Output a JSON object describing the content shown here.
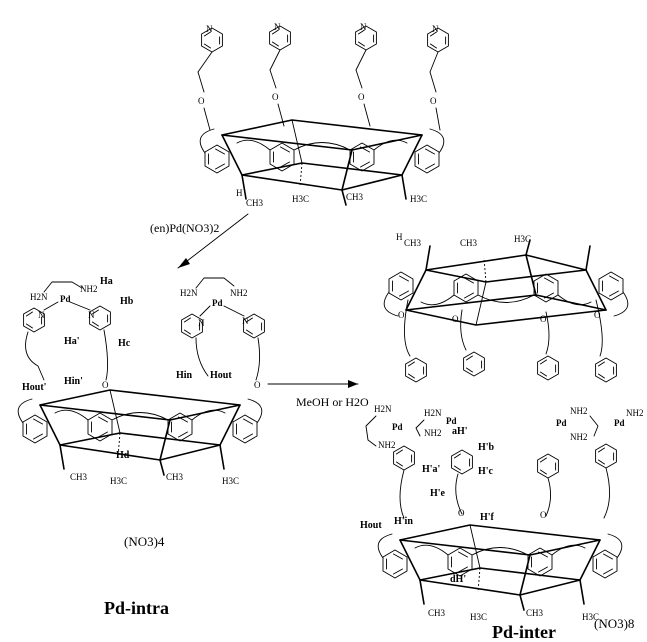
{
  "reagents": {
    "step1": "(en)Pd(NO3)2",
    "step2": "MeOH or H2O"
  },
  "compounds": {
    "intra": {
      "name": "Pd-intra",
      "counterion": "(NO3)4"
    },
    "inter": {
      "name": "Pd-inter",
      "counterion": "(NO3)8"
    }
  },
  "proton_labels": {
    "intra": [
      "Ha",
      "Hb",
      "Ha'",
      "Hc",
      "Hd",
      "Hout'",
      "Hin'",
      "Hin",
      "Hout"
    ],
    "inter": [
      "aH'",
      "H'b",
      "H'a'",
      "H'c",
      "H'e",
      "H'f",
      "H'in",
      "Hout",
      "dH'"
    ]
  },
  "atoms": {
    "pd": "Pd",
    "n": "N",
    "o": "O",
    "nh2": "NH2",
    "h2n": "H2N",
    "h": "H",
    "ch3": "CH3",
    "h3c": "H3C"
  }
}
